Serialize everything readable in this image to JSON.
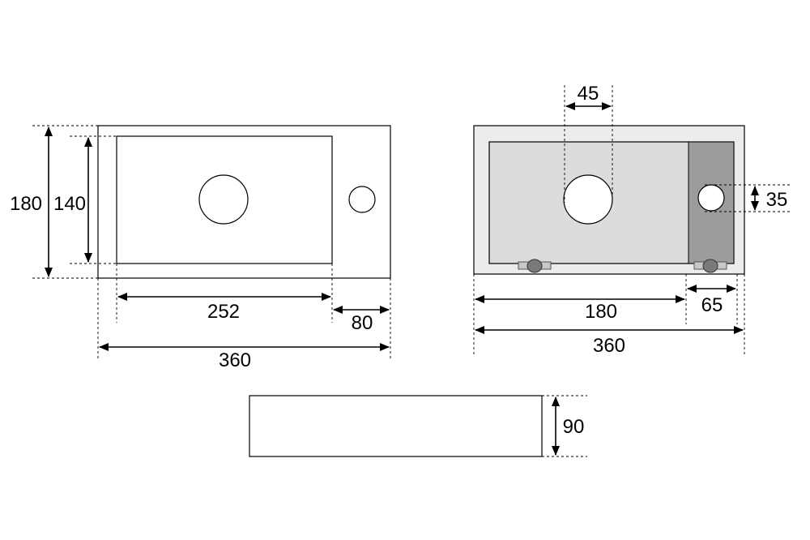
{
  "top_view": {
    "dim_width_total": "360",
    "dim_basin_width": "252",
    "dim_side_width": "80",
    "dim_height_total": "180",
    "dim_basin_height": "140"
  },
  "rear_view": {
    "dim_hole_diameter": "45",
    "dim_tap_hole": "35",
    "dim_center": "180",
    "dim_side": "65",
    "dim_width_total": "360"
  },
  "side_view": {
    "dim_depth": "90"
  },
  "colors": {
    "line": "#000000",
    "basin_fill": "#dcdcdc",
    "side_panel_fill": "#9c9c9c"
  }
}
